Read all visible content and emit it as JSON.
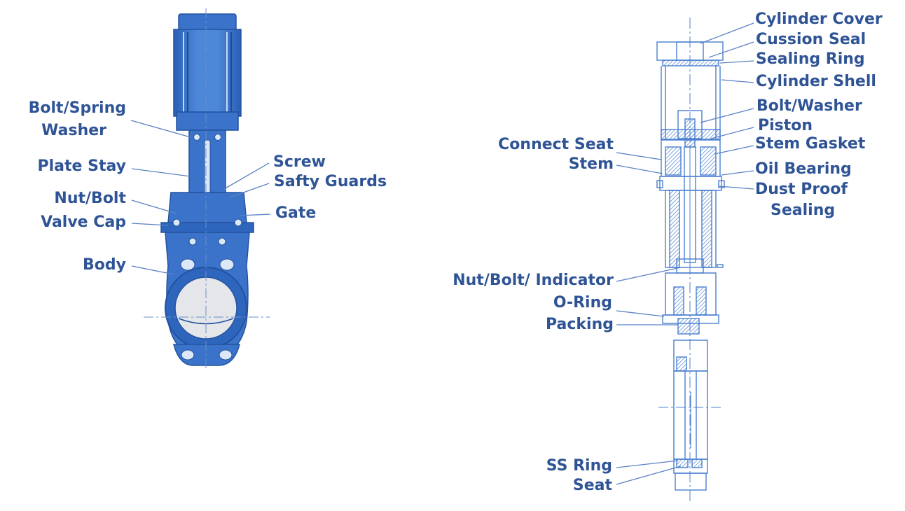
{
  "left_labels": {
    "bolt_spring": "Bolt/Spring",
    "washer": "Washer",
    "plate_stay": "Plate Stay",
    "nut_bolt": "Nut/Bolt",
    "valve_cap": "Valve Cap",
    "body": "Body",
    "screw": "Screw",
    "safty_guards": "Safty Guards",
    "gate": "Gate"
  },
  "right_labels": {
    "cylinder_cover": "Cylinder Cover",
    "cussion_seal": "Cussion Seal",
    "sealing_ring": "Sealing Ring",
    "cylinder_shell": "Cylinder Shell",
    "bolt_washer": "Bolt/Washer",
    "piston": "Piston",
    "stem_gasket": "Stem Gasket",
    "oil_bearing": "Oil Bearing",
    "dust_proof": "Dust Proof",
    "sealing": "Sealing",
    "connect_seat": "Connect Seat",
    "stem": "Stem",
    "nut_bolt_indicator": "Nut/Bolt/ Indicator",
    "o_ring": "O-Ring",
    "packing": "Packing",
    "ss_ring": "SS Ring",
    "seat": "Seat"
  },
  "colors": {
    "label": "#2f5496",
    "valve_body": "#3a73c9",
    "valve_dark": "#23529f",
    "valve_light": "#6b9ee0",
    "line_drawing": "#4a7fd0",
    "leader": "#5a82c4"
  }
}
